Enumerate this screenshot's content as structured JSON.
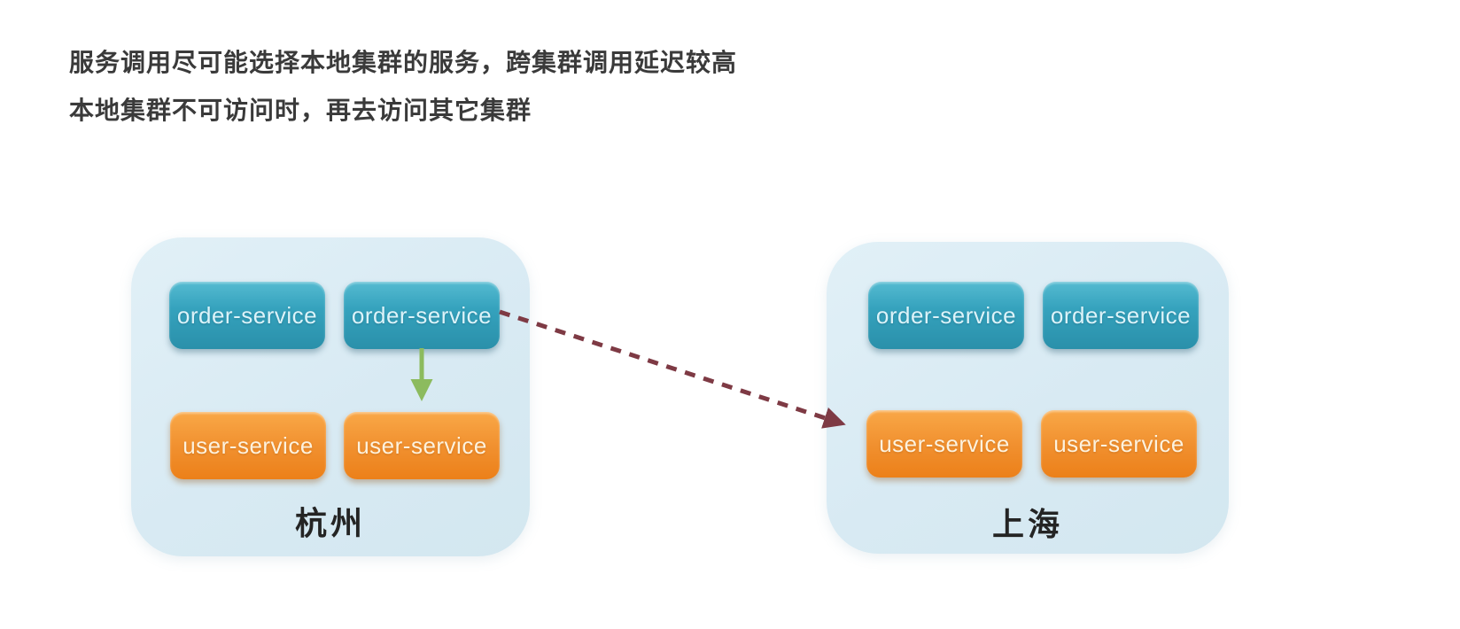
{
  "heading": {
    "line1": "服务调用尽可能选择本地集群的服务，跨集群调用延迟较高",
    "line2": "本地集群不可访问时，再去访问其它集群"
  },
  "clusters": [
    {
      "id": "hangzhou",
      "label": "杭州",
      "services": [
        {
          "label": "order-service",
          "type": "order"
        },
        {
          "label": "order-service",
          "type": "order"
        },
        {
          "label": "user-service",
          "type": "user"
        },
        {
          "label": "user-service",
          "type": "user"
        }
      ]
    },
    {
      "id": "shanghai",
      "label": "上海",
      "services": [
        {
          "label": "order-service",
          "type": "order"
        },
        {
          "label": "order-service",
          "type": "order"
        },
        {
          "label": "user-service",
          "type": "user"
        },
        {
          "label": "user-service",
          "type": "user"
        }
      ]
    }
  ],
  "edges": [
    {
      "id": "local-call",
      "from": "hangzhou.order-service-2",
      "to": "hangzhou.user-service-2",
      "style": "solid",
      "color": "#8cbb5e"
    },
    {
      "id": "cross-cluster-call",
      "from": "hangzhou.order-service-2",
      "to": "shanghai.user-service-1",
      "style": "dashed",
      "color": "#7e3a44"
    }
  ],
  "colors": {
    "order_service": "#2f9cb7",
    "user_service": "#f0891f",
    "cluster_bg": "#d9eaf3",
    "heading_text": "#3a3a3a"
  }
}
